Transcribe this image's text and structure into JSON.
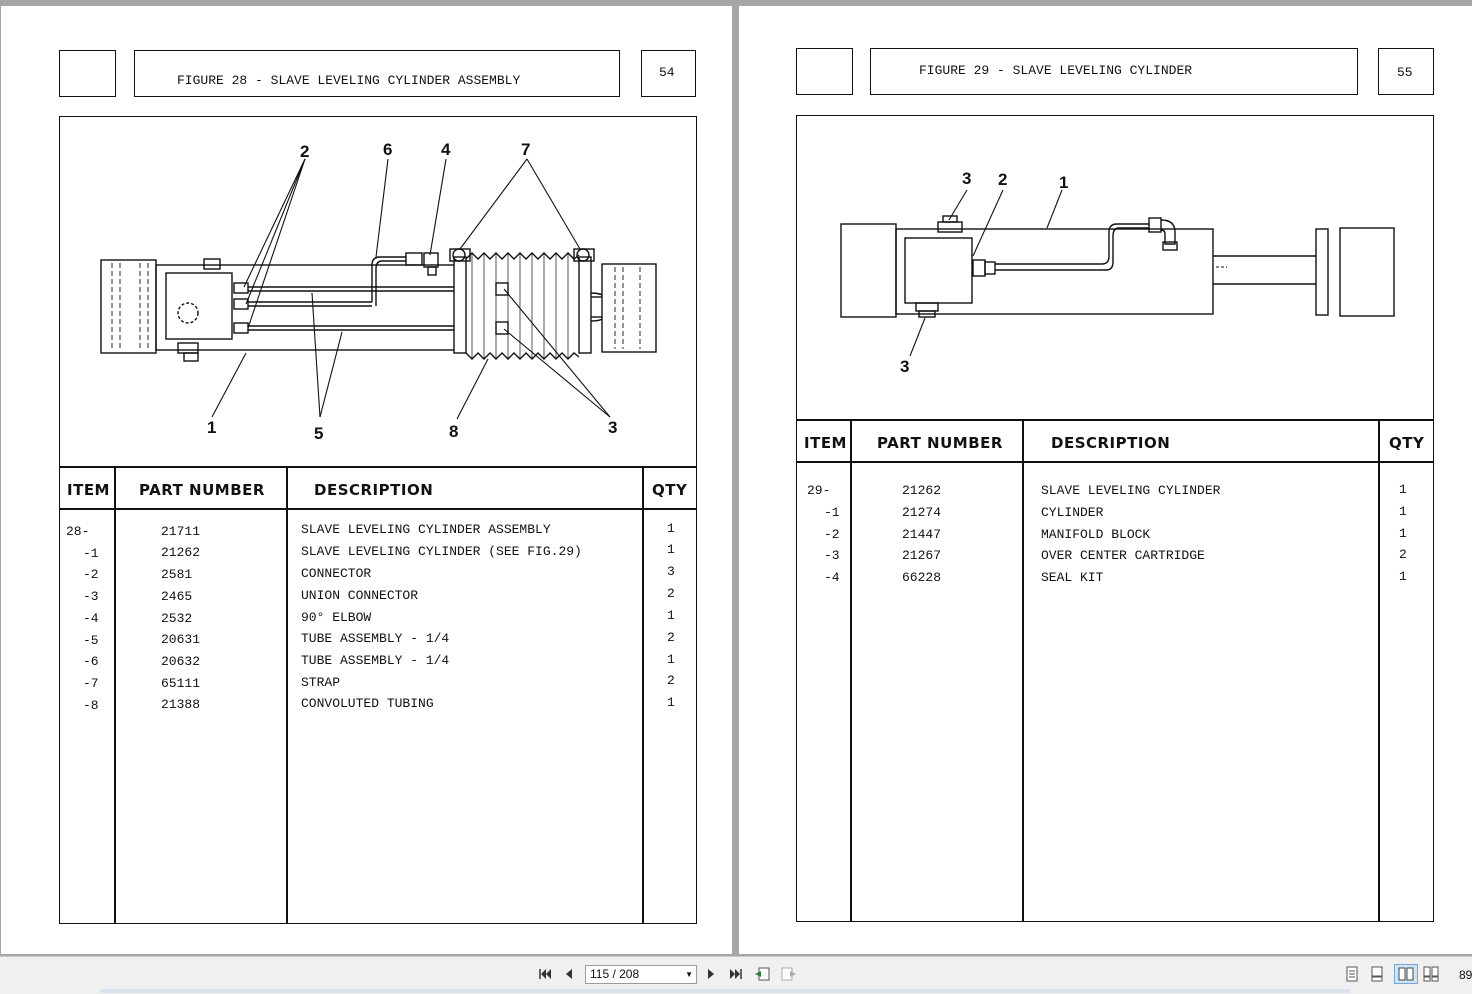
{
  "viewer": {
    "page_indicator": "115 / 208",
    "zoom": "89"
  },
  "pages": [
    {
      "page_number": "54",
      "figure_title": "FIGURE 28 - SLAVE LEVELING CYLINDER ASSEMBLY",
      "callouts": [
        "1",
        "2",
        "3",
        "4",
        "5",
        "6",
        "7",
        "8"
      ],
      "table": {
        "headers": [
          "ITEM",
          "PART NUMBER",
          "DESCRIPTION",
          "QTY"
        ],
        "rows": [
          {
            "item": "28-",
            "part": "21711",
            "desc": "SLAVE LEVELING CYLINDER ASSEMBLY",
            "qty": "1"
          },
          {
            "item": "-1",
            "part": "21262",
            "desc": "SLAVE LEVELING CYLINDER (SEE FIG.29)",
            "qty": "1"
          },
          {
            "item": "-2",
            "part": "2581",
            "desc": "CONNECTOR",
            "qty": "3"
          },
          {
            "item": "-3",
            "part": "2465",
            "desc": "UNION CONNECTOR",
            "qty": "2"
          },
          {
            "item": "-4",
            "part": "2532",
            "desc": "90° ELBOW",
            "qty": "1"
          },
          {
            "item": "-5",
            "part": "20631",
            "desc": "TUBE ASSEMBLY - 1/4",
            "qty": "2"
          },
          {
            "item": "-6",
            "part": "20632",
            "desc": "TUBE ASSEMBLY - 1/4",
            "qty": "1"
          },
          {
            "item": "-7",
            "part": "65111",
            "desc": "STRAP",
            "qty": "2"
          },
          {
            "item": "-8",
            "part": "21388",
            "desc": "CONVOLUTED TUBING",
            "qty": "1"
          }
        ]
      }
    },
    {
      "page_number": "55",
      "figure_title": "FIGURE 29 - SLAVE LEVELING CYLINDER",
      "callouts": [
        "1",
        "2",
        "3"
      ],
      "table": {
        "headers": [
          "ITEM",
          "PART NUMBER",
          "DESCRIPTION",
          "QTY"
        ],
        "rows": [
          {
            "item": "29-",
            "part": "21262",
            "desc": "SLAVE LEVELING CYLINDER",
            "qty": "1"
          },
          {
            "item": "-1",
            "part": "21274",
            "desc": "CYLINDER",
            "qty": "1"
          },
          {
            "item": "-2",
            "part": "21447",
            "desc": "MANIFOLD BLOCK",
            "qty": "1"
          },
          {
            "item": "-3",
            "part": "21267",
            "desc": "OVER CENTER CARTRIDGE",
            "qty": "2"
          },
          {
            "item": "-4",
            "part": "66228",
            "desc": "SEAL KIT",
            "qty": "1"
          }
        ]
      }
    }
  ]
}
